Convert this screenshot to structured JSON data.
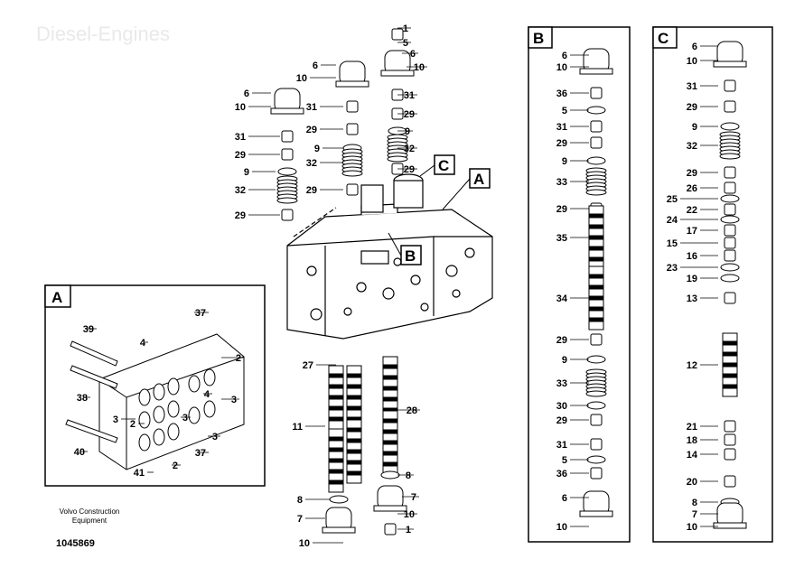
{
  "watermark": "Diesel-Engines",
  "footer": {
    "company": "Volvo Construction Equipment",
    "drawing_number": "1045869"
  },
  "main_view": {
    "section_markers": [
      "C",
      "A",
      "B"
    ],
    "callouts": [
      "1",
      "5",
      "6",
      "10",
      "6",
      "10",
      "6",
      "10",
      "31",
      "31",
      "29",
      "29",
      "9",
      "9",
      "32",
      "32",
      "29",
      "29",
      "31",
      "29",
      "9",
      "32",
      "29",
      "27",
      "11",
      "28",
      "8",
      "8",
      "7",
      "10",
      "1",
      "7",
      "10"
    ]
  },
  "inset_a": {
    "title": "A",
    "callouts": [
      "39",
      "37",
      "4",
      "2",
      "38",
      "4",
      "3",
      "3",
      "2",
      "3",
      "3",
      "40",
      "41",
      "2",
      "37"
    ]
  },
  "panel_b": {
    "title": "B",
    "callouts": [
      "6",
      "10",
      "36",
      "5",
      "31",
      "29",
      "9",
      "33",
      "29",
      "35",
      "34",
      "29",
      "9",
      "33",
      "30",
      "29",
      "31",
      "5",
      "36",
      "6",
      "10"
    ]
  },
  "panel_c": {
    "title": "C",
    "callouts": [
      "6",
      "10",
      "31",
      "29",
      "9",
      "32",
      "29",
      "26",
      "25",
      "22",
      "24",
      "17",
      "15",
      "16",
      "23",
      "19",
      "13",
      "12",
      "21",
      "18",
      "14",
      "20",
      "8",
      "7",
      "10"
    ]
  },
  "colors": {
    "line": "#000000",
    "watermark": "#e9e9e9"
  }
}
